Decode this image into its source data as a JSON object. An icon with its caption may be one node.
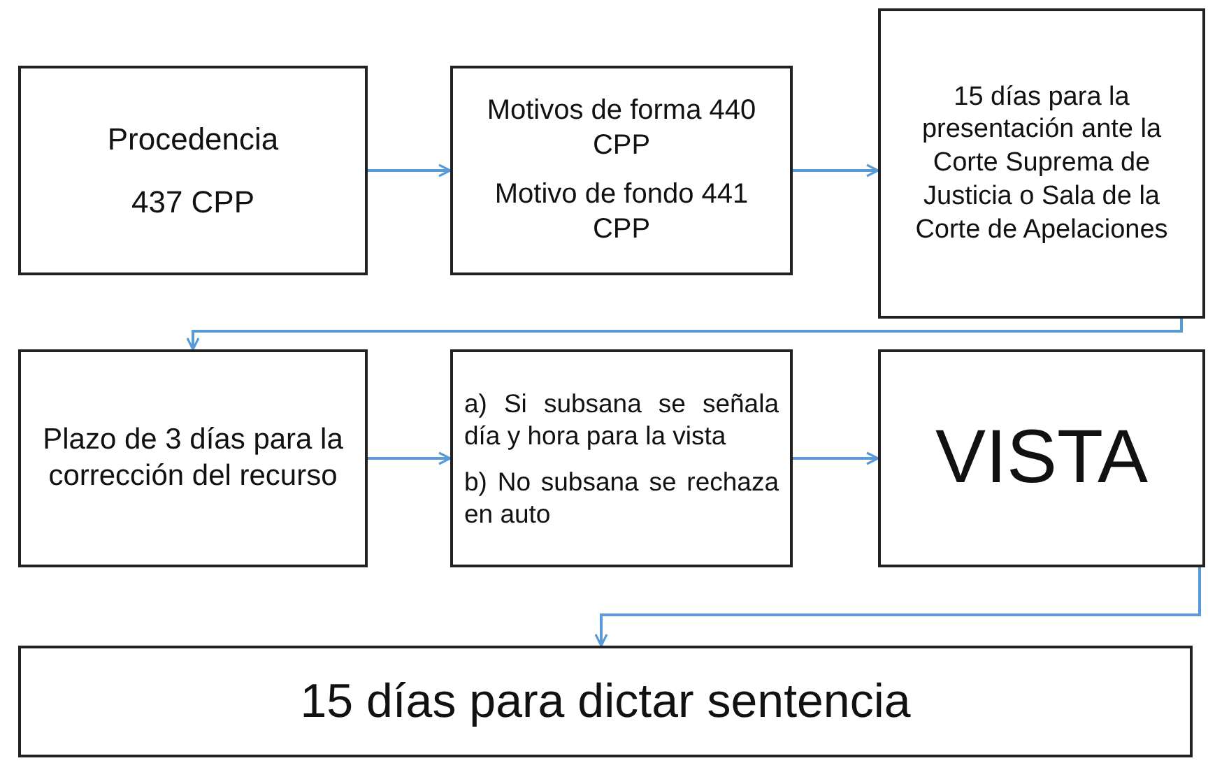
{
  "diagram": {
    "nodes": [
      {
        "text": [
          "Procedencia",
          "437 CPP"
        ]
      },
      {
        "text": [
          "Motivos de forma 440 CPP",
          "Motivo de fondo 441 CPP"
        ]
      },
      {
        "text": [
          "15 días para la presentación ante la Corte Suprema de Justicia o Sala de la Corte de Apelaciones"
        ]
      },
      {
        "text": [
          "Plazo de 3 días para la corrección del recurso"
        ]
      },
      {
        "text": [
          "a) Si subsana se señala día y hora para la vista",
          "b) No subsana se rechaza en auto"
        ]
      },
      {
        "text": [
          "VISTA"
        ]
      },
      {
        "text": [
          "15 días para dictar sentencia"
        ]
      }
    ],
    "edges": [
      {
        "from": 0,
        "to": 1,
        "arrow": "to"
      },
      {
        "from": 1,
        "to": 2,
        "arrow": "to"
      },
      {
        "from": 2,
        "to": 3,
        "arrow": "to"
      },
      {
        "from": 3,
        "to": 4,
        "arrow": "to"
      },
      {
        "from": 4,
        "to": 5,
        "arrow": "to"
      },
      {
        "from": 5,
        "to": 6,
        "arrow": "to"
      }
    ]
  }
}
